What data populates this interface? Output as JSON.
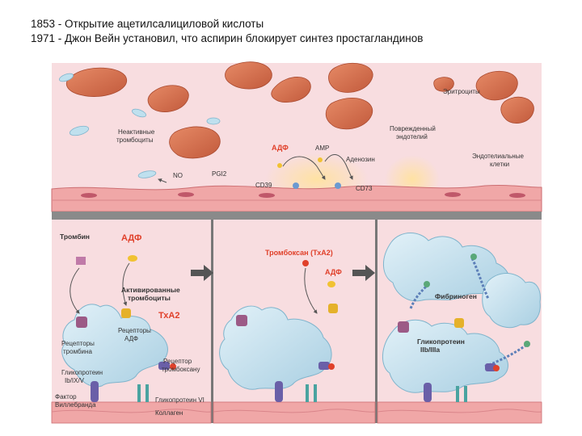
{
  "header": {
    "line1": "1853 - Открытие ацетилсалициловой кислоты",
    "line2": "1971 - Джон Вейн установил, что аспирин блокирует синтез простагландинов"
  },
  "diagram": {
    "top": {
      "erythrocytes": "Эритроциты",
      "inactive_platelets_1": "Неактивные",
      "inactive_platelets_2": "тромбоциты",
      "adp": "АДФ",
      "amp": "АМР",
      "adenosine": "Аденозин",
      "damaged_1": "Поврежденный",
      "damaged_2": "эндотелий",
      "endothelial_1": "Эндотелиальные",
      "endothelial_2": "клетки",
      "no": "NO",
      "pgi2": "PGI2",
      "cd39": "CD39",
      "cd73": "CD73"
    },
    "panel1": {
      "thrombin": "Тромбин",
      "adp": "АДФ",
      "activated_1": "Активированные",
      "activated_2": "тромбоциты",
      "txa2": "ТхА2",
      "rec_thrombin_1": "Рецепторы",
      "rec_thrombin_2": "тромбина",
      "rec_adp_1": "Рецепторы",
      "rec_adp_2": "АДФ",
      "glyco_1": "Гликопротеин",
      "glyco_2": "Ib/IX/V",
      "rec_thromboxane_1": "Рецептор",
      "rec_thromboxane_2": "тромбоксану",
      "vwf_1": "Фактор",
      "vwf_2": "Виллебранда",
      "glyco_vi": "Гликопротеин VI",
      "collagen": "Коллаген"
    },
    "panel2": {
      "thromboxane": "Тромбоксан (ТхА2)",
      "adp": "АДФ"
    },
    "panel3": {
      "fibrinogen": "Фибриноген",
      "glyco_1": "Гликопротеин",
      "glyco_2": "IIb/IIIa"
    }
  },
  "colors": {
    "vessel_bg": "#f8dde0",
    "erythrocyte": "#d9704e",
    "platelet": "#cfe6f2",
    "accent_red": "#e0402a"
  }
}
